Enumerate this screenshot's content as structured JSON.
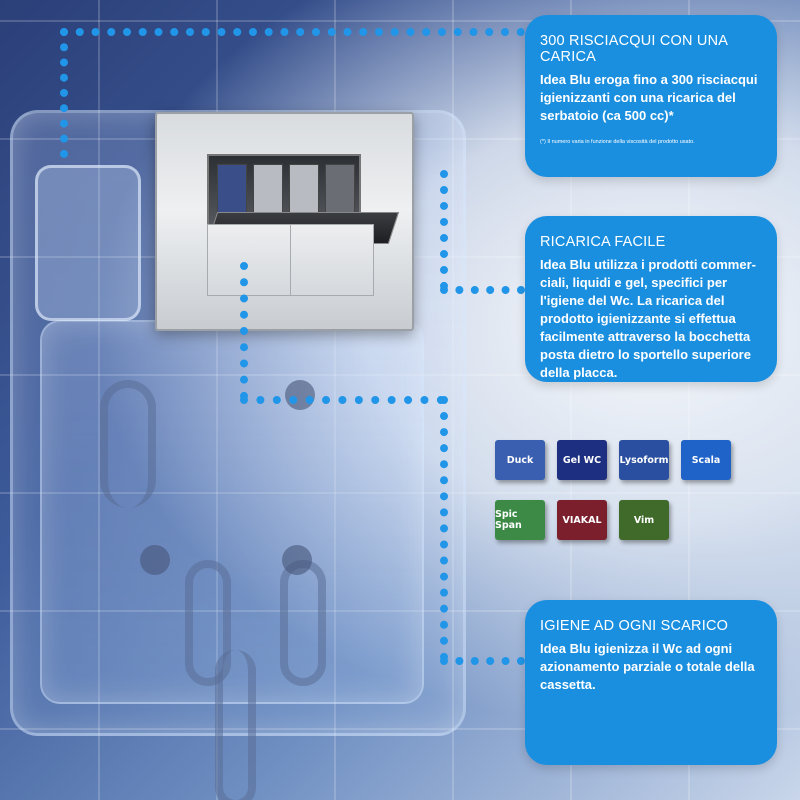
{
  "cards": [
    {
      "title": "300 RISCIACQUI CON UNA CARICA",
      "body": "Idea Blu eroga fino a 300 risciacqui igienizzanti con una ricarica del serbatoio (ca 500 cc)*",
      "note": "(*) Il numero varia in funzione della viscosità del prodotto usato."
    },
    {
      "title": "RICARICA FACILE",
      "body": "Idea Blu utilizza i prodotti commer-ciali, liquidi e gel, specifici per l'igiene del Wc. La ricarica del prodotto igienizzante si effettua facilmente attraverso la bocchetta posta dietro lo sportello superiore della placca."
    },
    {
      "title": "IGIENE AD OGNI SCARICO",
      "body": "Idea Blu igienizza il Wc ad ogni azionamento parziale o totale della cassetta."
    }
  ],
  "products": [
    {
      "label": "Duck",
      "color": "#3a5fb0"
    },
    {
      "label": "Gel WC",
      "color": "#1d2f80"
    },
    {
      "label": "Lysoform",
      "color": "#2a4fa0"
    },
    {
      "label": "Scala",
      "color": "#1f63c9"
    },
    {
      "label": "Spic Span",
      "color": "#3c8a45"
    },
    {
      "label": "VIAKAL",
      "color": "#7a1f2b"
    },
    {
      "label": "Vim",
      "color": "#3f6a2a"
    }
  ],
  "colors": {
    "accent": "#1a8fe0",
    "connector": "#2196e8"
  }
}
